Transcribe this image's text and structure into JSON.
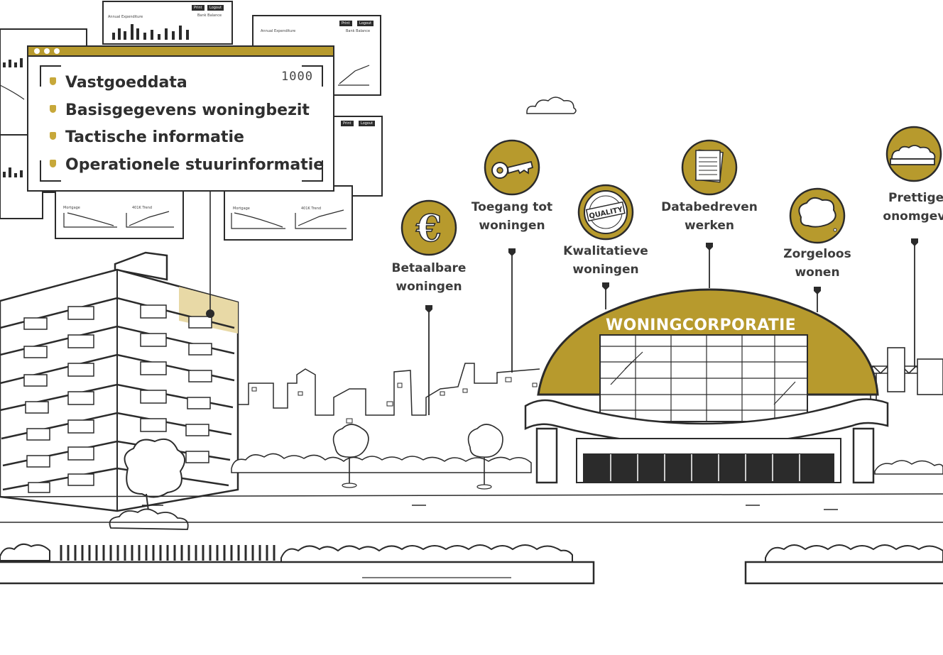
{
  "info_card": {
    "counter": "1000",
    "items": [
      {
        "label": "Vastgoeddata"
      },
      {
        "label": "Basisgegevens woningbezit"
      },
      {
        "label": "Tactische informatie"
      },
      {
        "label": "Operationele stuurinformatie"
      }
    ]
  },
  "dashboard_mini": {
    "print_label": "Print",
    "logout_label": "Logout",
    "annual_expenditure": "Annual Expenditure",
    "bank_balance": "Bank Balance",
    "mortgage": "Mortgage",
    "trend": "401K Trend"
  },
  "headquarters": {
    "title": "WONINGCORPORATIE"
  },
  "benefits": [
    {
      "line1": "Betaalbare",
      "line2": "woningen",
      "icon": "euro-icon"
    },
    {
      "line1": "Toegang tot",
      "line2": "woningen",
      "icon": "key-icon"
    },
    {
      "line1": "Kwalitatieve",
      "line2": "woningen",
      "icon": "quality-seal-icon",
      "seal_text": "QUALITY"
    },
    {
      "line1": "Databedreven",
      "line2": "werken",
      "icon": "documents-icon"
    },
    {
      "line1": "Zorgeloos",
      "line2": "wonen",
      "icon": "cloud-icon"
    },
    {
      "line1": "Prettige",
      "line2": "woonomgev",
      "icon": "hedge-icon"
    }
  ],
  "colors": {
    "accent": "#b79a2d",
    "accent_light": "#e8d9a6",
    "ink": "#2b2b2b",
    "background": "#ffffff"
  }
}
